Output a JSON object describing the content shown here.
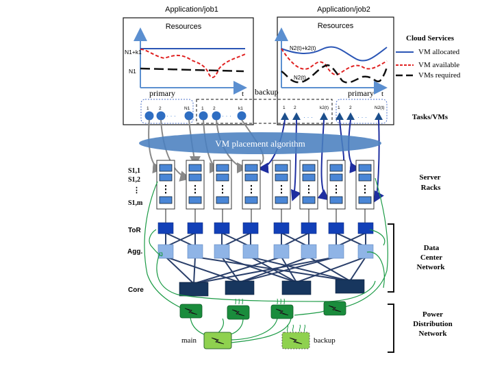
{
  "job1": {
    "title": "Application/job1",
    "panel_title": "Resources",
    "y_label_top": "N1+k1",
    "y_label_bottom": "N1",
    "x_label": "t",
    "primary_label": "primary",
    "backup_label": "backup",
    "primary_tasks": [
      "1",
      "2",
      "N1"
    ],
    "backup_tasks": [
      "1",
      "2",
      "k1"
    ]
  },
  "job2": {
    "title": "Application/job2",
    "panel_title": "Resources",
    "curve_label_top": "N2(t)+k2(t)",
    "curve_label_bottom": "N2(t)",
    "x_label": "t",
    "primary_label": "primary",
    "backup_tasks": [
      "1",
      "2",
      "k2(t)"
    ],
    "primary_tasks": [
      "1",
      "2",
      "N2(t)"
    ]
  },
  "ellipsis": "· · ·",
  "legend": {
    "title": "Cloud Services",
    "items": [
      {
        "label": "VM allocated",
        "color": "#2a55b5",
        "style": "solid"
      },
      {
        "label": "VM available",
        "color": "#e02020",
        "style": "dashed"
      },
      {
        "label": "VMs required",
        "color": "#111111",
        "style": "long-dash"
      }
    ]
  },
  "placement": {
    "label": "VM placement algorithm"
  },
  "rack_labels": [
    "S1,1",
    "S1,2",
    "⋮",
    "S1,m"
  ],
  "layer_labels": {
    "tor": "ToR",
    "agg": "Agg.",
    "core": "Core"
  },
  "power": {
    "main_label": "main",
    "backup_label": "backup"
  },
  "right_labels": {
    "tasks": "Tasks/VMs",
    "racks": [
      "Server",
      "Racks"
    ],
    "dcn": [
      "Data",
      "Center",
      "Network"
    ],
    "pdn": [
      "Power",
      "Distribution",
      "Network"
    ]
  },
  "colors": {
    "rack_server": "#4a86d6",
    "tor": "#1240b8",
    "agg": "#8fb4e6",
    "core": "#17365e",
    "power_dark": "#1a8c3c",
    "power_light": "#8fd14f",
    "ellipse": "#4a7fbf",
    "gray_arrow": "#888888",
    "blue_arrow": "#1e2ea0"
  }
}
